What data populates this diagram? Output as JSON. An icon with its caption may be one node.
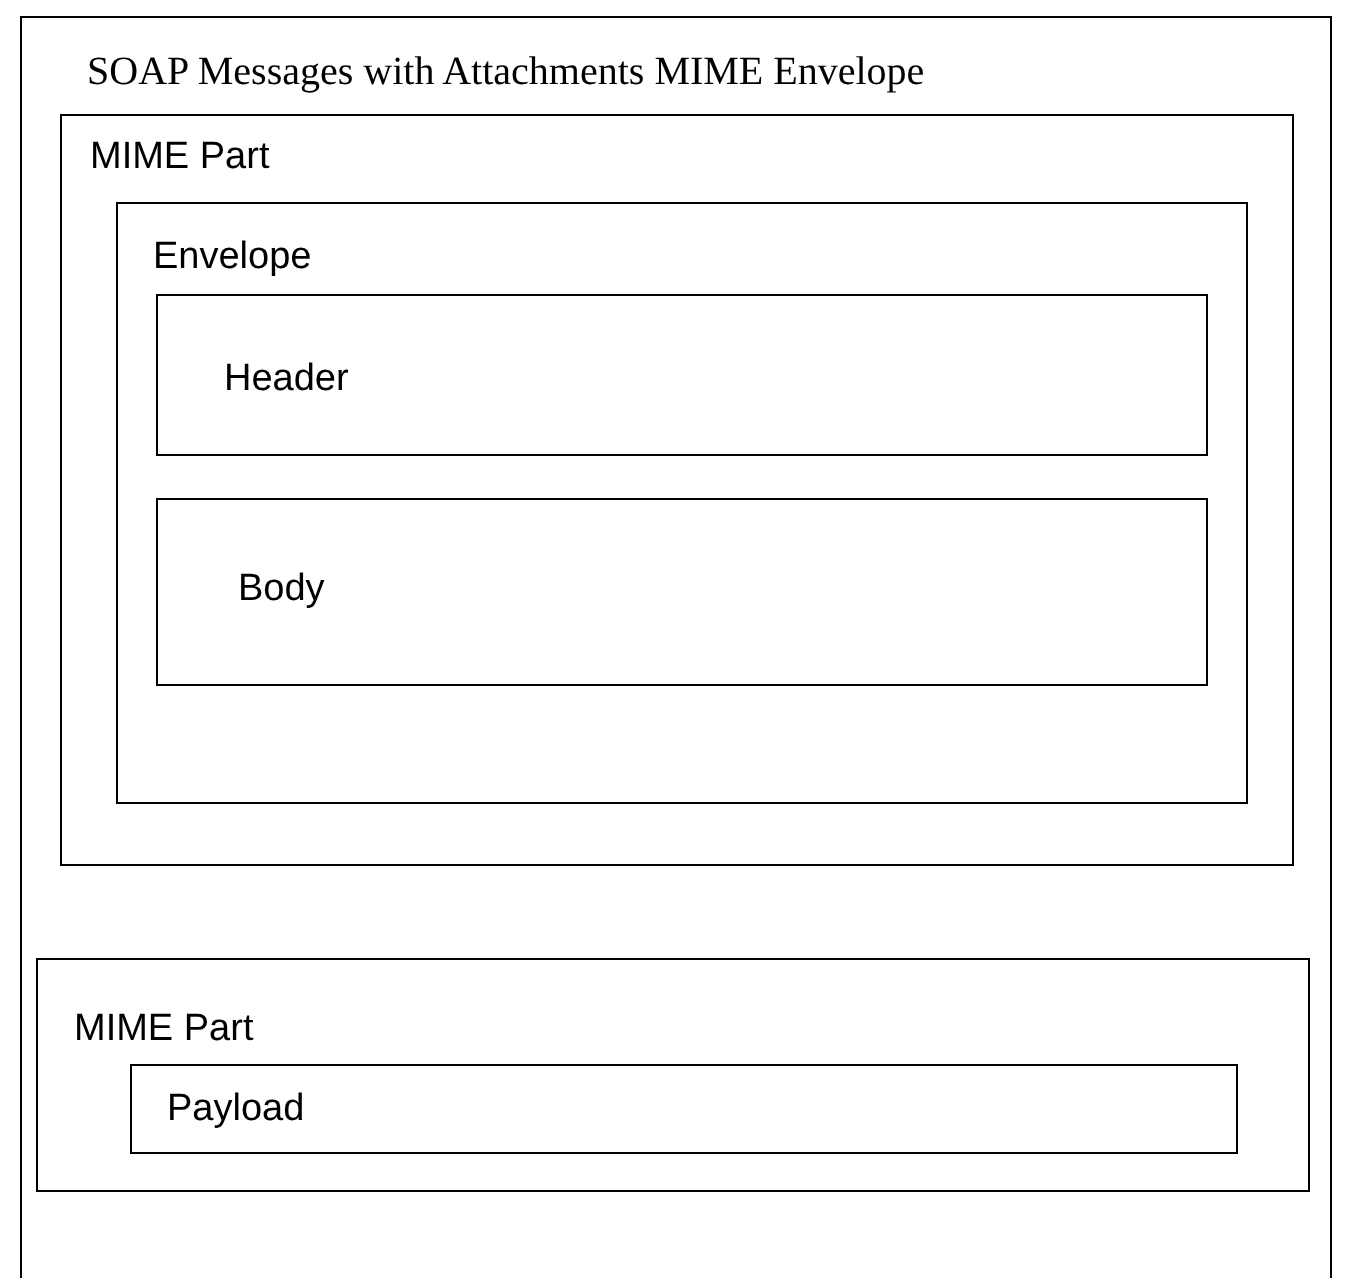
{
  "diagram": {
    "nodes": [
      {
        "text": [
          "SOAP Messages with Attachments MIME Envelope"
        ]
      },
      {
        "text": [
          "MIME Part"
        ],
        "in": 0
      },
      {
        "text": [
          "Envelope"
        ],
        "in": 1
      },
      {
        "text": [
          "Header"
        ],
        "in": 2
      },
      {
        "text": [
          "Body"
        ],
        "in": 2
      },
      {
        "text": [
          "MIME Part"
        ],
        "in": 0
      },
      {
        "text": [
          "Payload"
        ],
        "in": 5
      }
    ],
    "edges": []
  }
}
